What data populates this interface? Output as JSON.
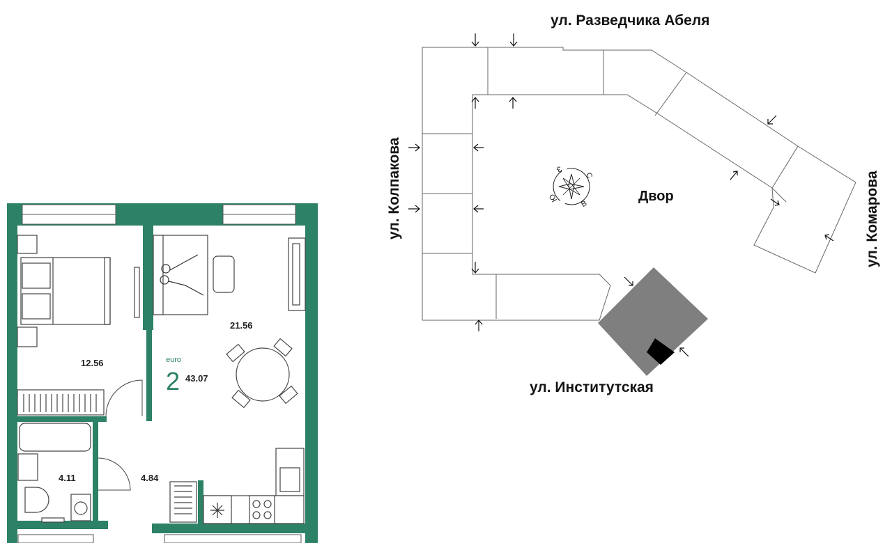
{
  "floor_plan": {
    "apartment_class": "euro",
    "rooms_count": "2",
    "total_area": "43.07",
    "wall_color": "#2d8166",
    "room_areas": {
      "bedroom": "12.56",
      "living_kitchen": "21.56",
      "bathroom": "4.11",
      "hallway": "4.84"
    }
  },
  "site_plan": {
    "yard_label": "Двор",
    "streets": {
      "top": "ул. Разведчика Абеля",
      "left": "ул. Колпакова",
      "right": "ул. Комарова",
      "bottom": "ул. Институтская"
    },
    "compass_letters": [
      "С",
      "В",
      "Ю",
      "З"
    ],
    "highlight_color": "#7f7f7f"
  }
}
